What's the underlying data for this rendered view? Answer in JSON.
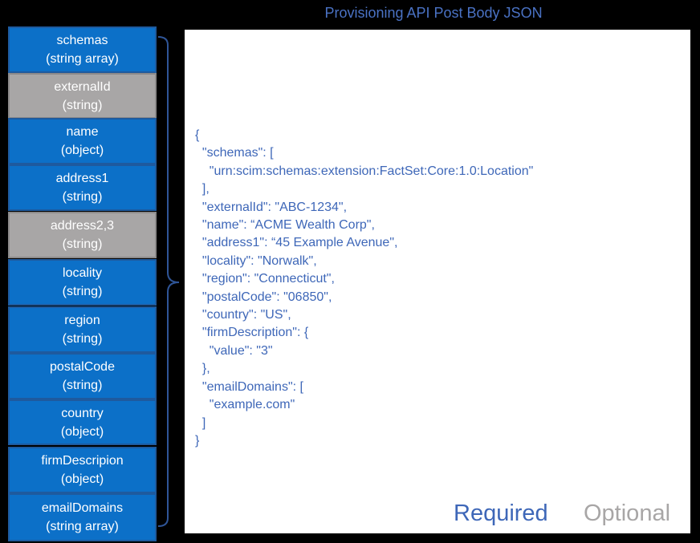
{
  "title": "Provisioning API Post Body JSON",
  "fields": [
    {
      "name": "schemas",
      "type": "(string array)",
      "status": "required"
    },
    {
      "name": "externalId",
      "type": "(string)",
      "status": "optional"
    },
    {
      "name": "name",
      "type": "(object)",
      "status": "required"
    },
    {
      "name": "address1",
      "type": "(string)",
      "status": "required"
    },
    {
      "name": "address2,3",
      "type": "(string)",
      "status": "optional"
    },
    {
      "name": "locality",
      "type": "(string)",
      "status": "required"
    },
    {
      "name": "region",
      "type": "(string)",
      "status": "required"
    },
    {
      "name": "postalCode",
      "type": "(string)",
      "status": "required"
    },
    {
      "name": "country",
      "type": "(object)",
      "status": "required"
    },
    {
      "name": "firmDescripion",
      "type": "(object)",
      "status": "required"
    },
    {
      "name": "emailDomains",
      "type": "(string array)",
      "status": "required"
    }
  ],
  "json_lines": [
    "{",
    "  \"schemas\": [",
    "    \"urn:scim:schemas:extension:FactSet:Core:1.0:Location\"",
    "  ],",
    "  \"externalId\": \"ABC-1234\",",
    "  \"name\": “ACME Wealth Corp\",",
    "  \"address1\": “45 Example Avenue\",",
    "  \"locality\": \"Norwalk\",",
    "  \"region\": \"Connecticut\",",
    "  \"postalCode\": \"06850\",",
    "  \"country\": \"US\",",
    "  \"firmDescription\": {",
    "    \"value\": \"3\"",
    "  },",
    "  \"emailDomains\": [",
    "    \"example.com\"",
    "  ]",
    "}"
  ],
  "legend": {
    "required": "Required",
    "optional": "Optional"
  },
  "colors": {
    "required_fill": "#0c70c8",
    "optional_fill": "#a8a6a6",
    "text_blue": "#3e67b8",
    "brace": "#2f5597"
  }
}
